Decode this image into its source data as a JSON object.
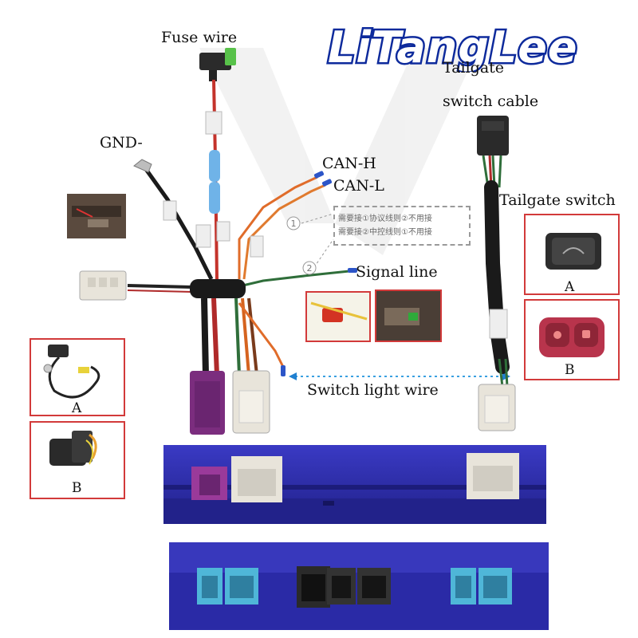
{
  "brand": {
    "logo_text": "LiTangLee"
  },
  "labels": {
    "fuse_wire": "Fuse  wire",
    "tailgate_switch_cable_line1": "Tailgate",
    "tailgate_switch_cable_line2": "switch  cable",
    "gnd": "GND-",
    "can_h": "CAN-H",
    "can_l": "CAN-L",
    "tailgate_switch": "Tailgate switch",
    "signal_line": "Signal  line",
    "switch_light_wire": "Switch  light  wire",
    "option_a_left": "A",
    "option_b_left": "B",
    "option_a_right": "A",
    "option_b_right": "B"
  },
  "note": {
    "line1": "需要接①协议线则②不用接",
    "line2": "需要接②中控线则①不用接",
    "marker1": "1",
    "marker2": "2"
  },
  "colors": {
    "module_blue": "#2f2fb0",
    "frame_red": "#d23a3a",
    "logo_blue": "#0d2a9c",
    "connector_purple": "#7b2d7e",
    "connector_cream": "#e8e4da",
    "port_cyan": "#4fb6d8"
  }
}
